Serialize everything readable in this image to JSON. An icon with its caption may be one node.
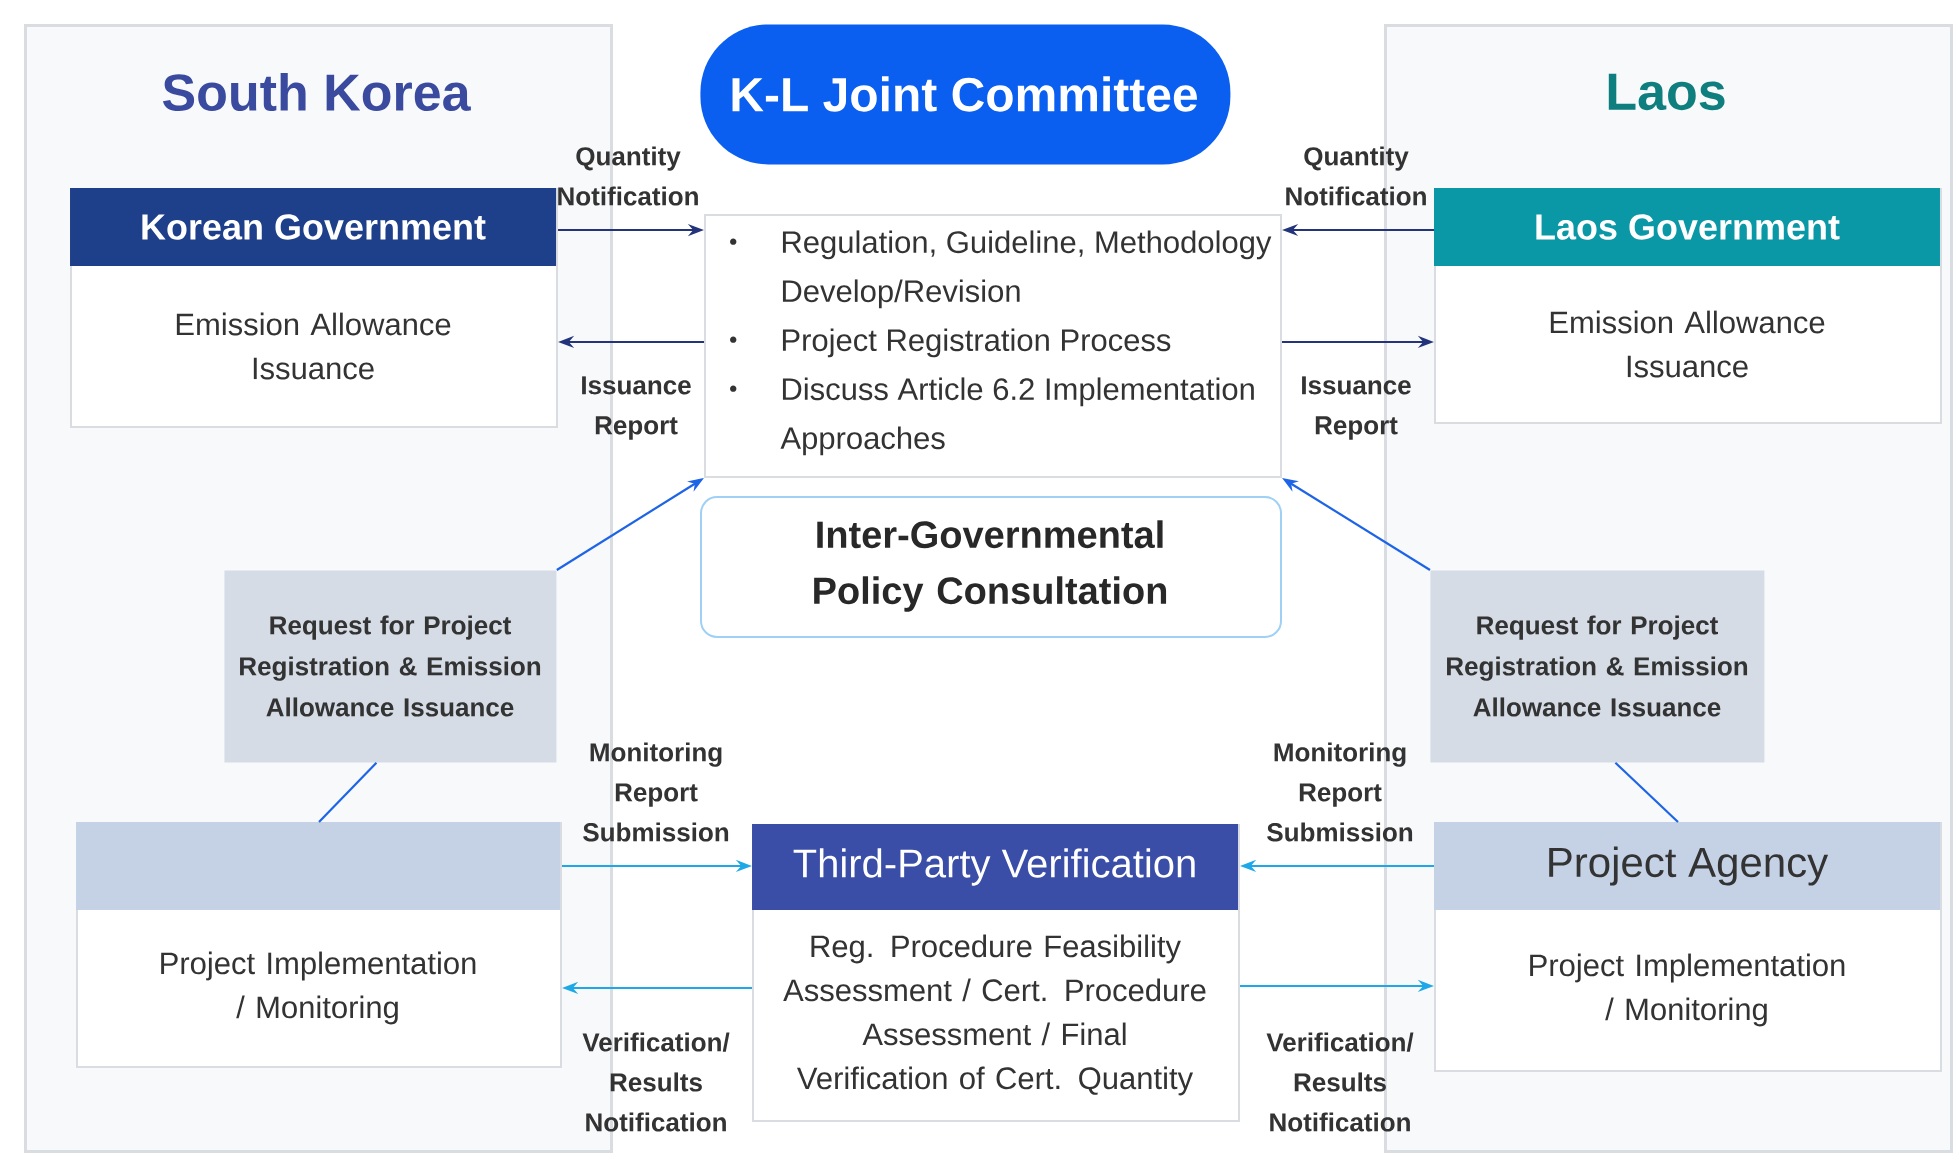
{
  "diagram": {
    "nodes": [
      {
        "text": [
          "South Korea"
        ]
      },
      {
        "text": [
          "Laos"
        ]
      },
      {
        "text": [
          "K-L Joint Committee"
        ]
      },
      {
        "text": [
          "Korean Government",
          "Emission Allowance Issuance"
        ],
        "in": 0
      },
      {
        "text": [
          "Regulation, Guideline, Methodology Develop/Revision",
          "Project Registration Process",
          "Discuss Article 6.2 Implementation Approaches"
        ]
      },
      {
        "text": [
          "Inter-Governmental Policy Consultation"
        ]
      },
      {
        "text": [
          "Laos Government",
          "Emission Allowance Issuance"
        ],
        "in": 1
      },
      {
        "text": [
          "Request for Project Registration & Emission Allowance Issuance"
        ],
        "in": 0
      },
      {
        "text": [
          "Request for Project Registration & Emission Allowance Issuance"
        ],
        "in": 1
      },
      {
        "text": [
          "Project Implementation / Monitoring"
        ],
        "in": 0
      },
      {
        "text": [
          "Third-Party Verification",
          "Reg. Procedure Feasibility Assessment / Cert. Procedure Assessment / Final Verification of Cert. Quantity"
        ]
      },
      {
        "text": [
          "Project Agency",
          "Project Implementation / Monitoring"
        ],
        "in": 1
      }
    ],
    "edges": [
      {
        "from": 3,
        "to": 4,
        "arrow": "to",
        "label": "Quantity Notification",
        "color": "#24347a"
      },
      {
        "from": 4,
        "to": 3,
        "arrow": "to",
        "label": "Issuance Report",
        "color": "#24347a"
      },
      {
        "from": 6,
        "to": 4,
        "arrow": "to",
        "label": "Quantity Notification",
        "color": "#24347a"
      },
      {
        "from": 4,
        "to": 6,
        "arrow": "to",
        "label": "Issuance Report",
        "color": "#24347a"
      },
      {
        "from": 7,
        "to": 4,
        "arrow": "to",
        "color": "#1e64e6"
      },
      {
        "from": 9,
        "to": 7,
        "arrow": "none",
        "color": "#1e64e6"
      },
      {
        "from": 8,
        "to": 4,
        "arrow": "to",
        "color": "#1e64e6"
      },
      {
        "from": 11,
        "to": 8,
        "arrow": "none",
        "color": "#1e64e6"
      },
      {
        "from": 9,
        "to": 10,
        "arrow": "to",
        "label": "Monitoring Report Submission",
        "color": "#1ea8e8"
      },
      {
        "from": 10,
        "to": 9,
        "arrow": "to",
        "label": "Verification/ Results Notification",
        "color": "#1ea8e8"
      },
      {
        "from": 11,
        "to": 10,
        "arrow": "to",
        "label": "Monitoring Report Submission",
        "color": "#1ea8e8"
      },
      {
        "from": 10,
        "to": 11,
        "arrow": "to",
        "label": "Verification/ Results Notification",
        "color": "#1ea8e8"
      }
    ]
  }
}
